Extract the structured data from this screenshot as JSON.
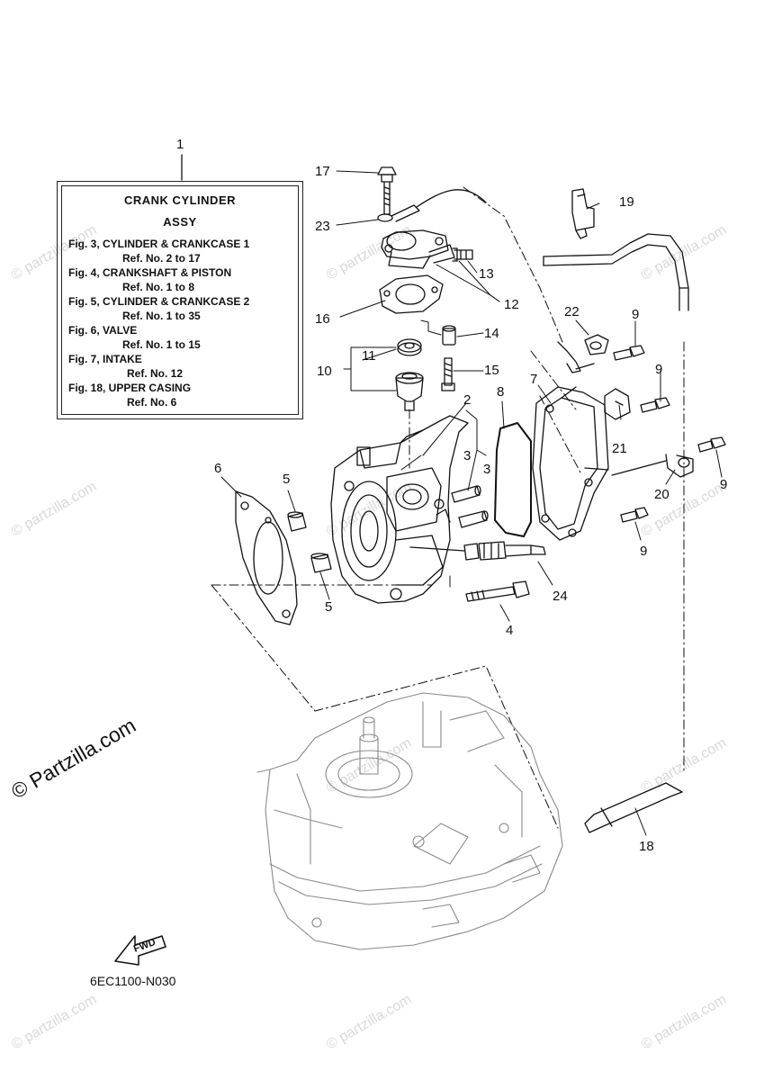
{
  "info_box": {
    "title_line1": "CRANK CYLINDER",
    "title_line2": "ASSY",
    "lines": [
      "Fig. 3, CYLINDER & CRANKCASE 1",
      "Ref. No. 2 to 17",
      "Fig. 4, CRANKSHAFT & PISTON",
      "Ref. No. 1 to 8",
      "Fig. 5, CYLINDER & CRANKCASE 2",
      "Ref. No. 1 to 35",
      "Fig. 6, VALVE",
      "Ref. No. 1 to 15",
      "Fig. 7, INTAKE",
      "Ref. No. 12",
      "Fig. 18, UPPER CASING",
      "Ref. No. 6"
    ]
  },
  "callouts": {
    "c1": "1",
    "c2": "2",
    "c3a": "3",
    "c3b": "3",
    "c4": "4",
    "c5a": "5",
    "c5b": "5",
    "c6": "6",
    "c7": "7",
    "c8": "8",
    "c9a": "9",
    "c9b": "9",
    "c9c": "9",
    "c9d": "9",
    "c10": "10",
    "c11": "11",
    "c12": "12",
    "c13": "13",
    "c14": "14",
    "c15": "15",
    "c16": "16",
    "c17": "17",
    "c18": "18",
    "c19": "19",
    "c20": "20",
    "c21": "21",
    "c22": "22",
    "c23": "23",
    "c24": "24"
  },
  "direction_arrow": "FWD",
  "diagram_code": "6EC1100-N030",
  "watermark": "© Partzilla.com",
  "watermark_small": "© partzilla.com"
}
